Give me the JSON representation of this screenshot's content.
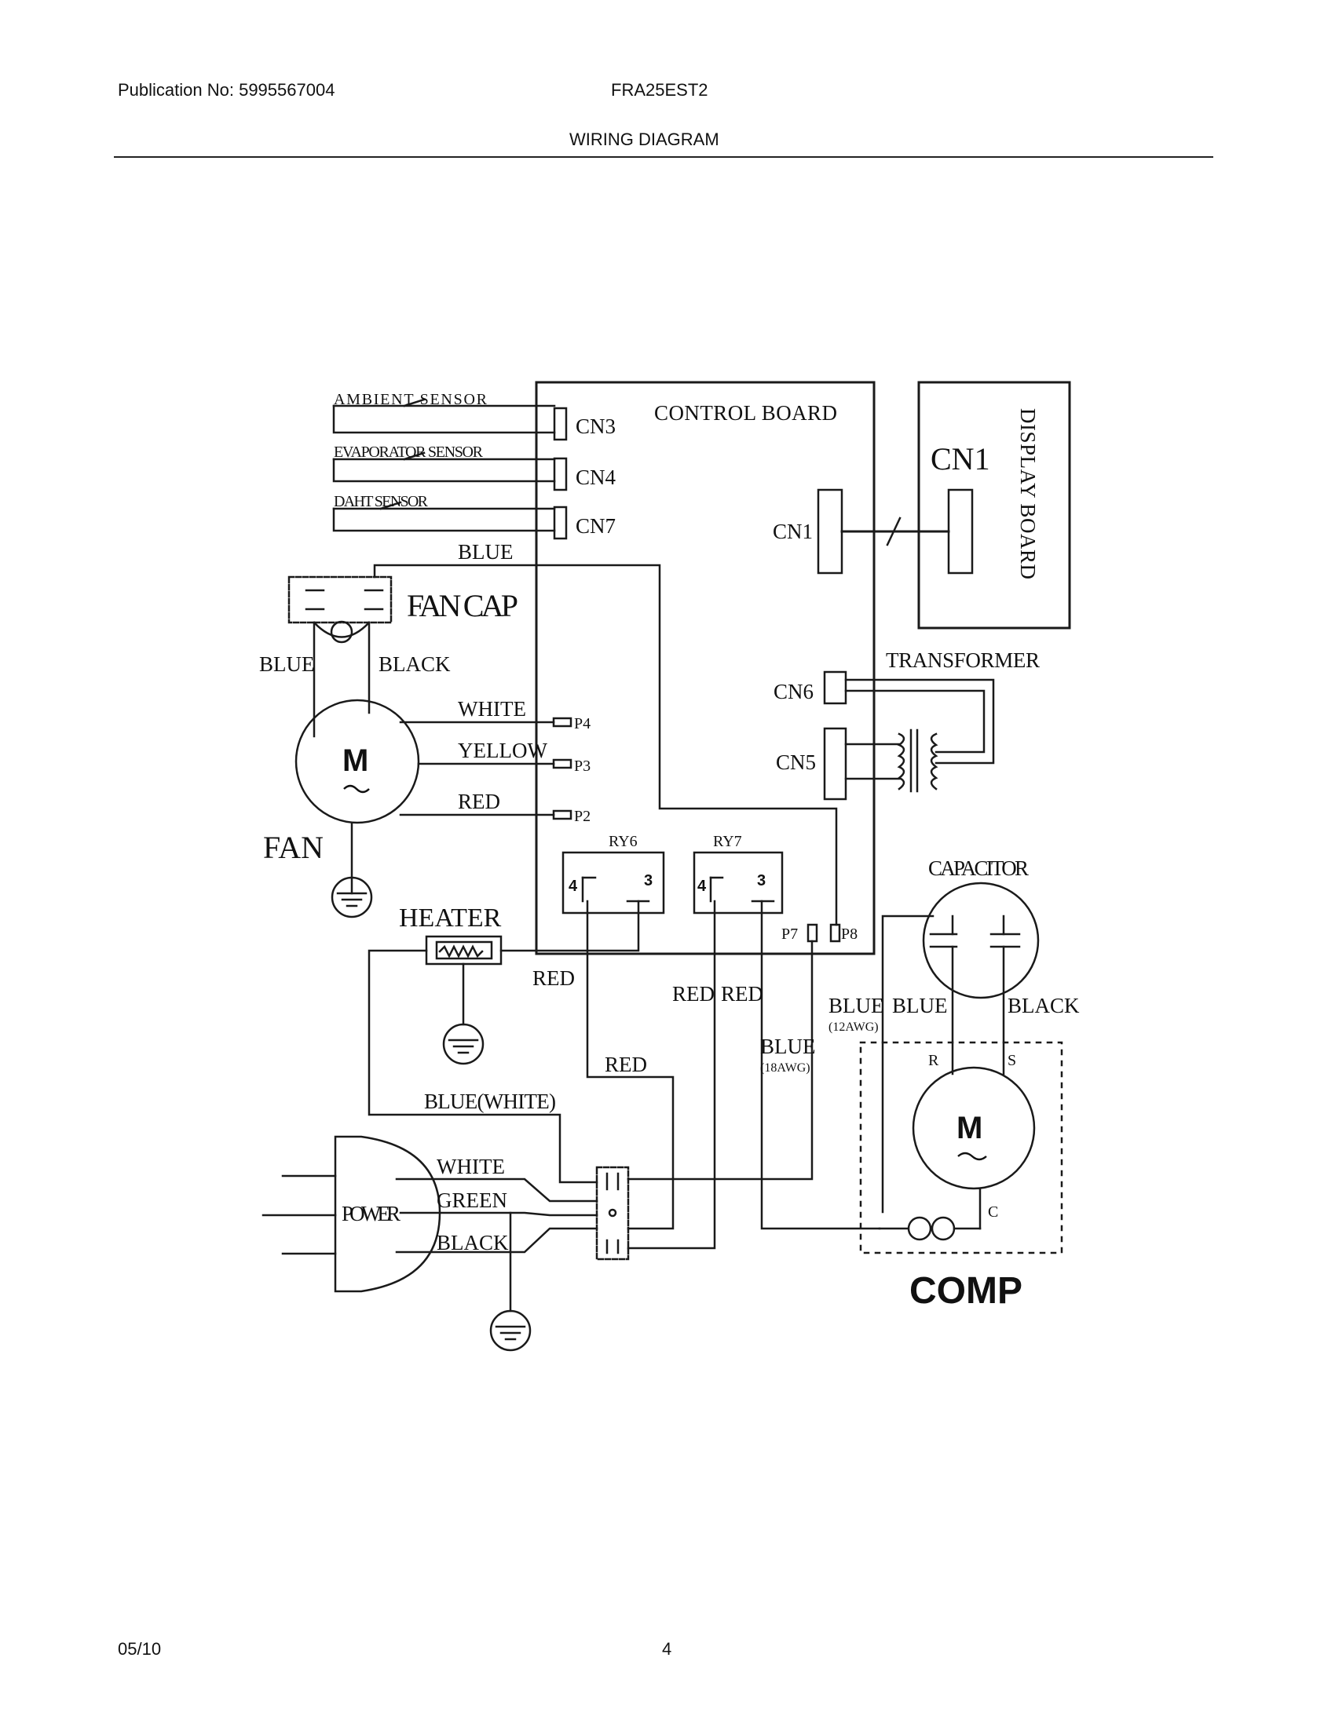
{
  "header": {
    "publication": "Publication No: 5995567004",
    "model": "FRA25EST2",
    "title": "WIRING DIAGRAM"
  },
  "footer": {
    "date": "05/10",
    "page": "4"
  },
  "diagram": {
    "sensors": {
      "ambient": "AMBIENT SENSOR",
      "evaporator": "EVAPORATOR SENSOR",
      "daht": "DAHT SENSOR"
    },
    "control_board": {
      "title": "CONTROL BOARD",
      "cn3": "CN3",
      "cn4": "CN4",
      "cn7": "CN7",
      "cn1": "CN1",
      "cn6": "CN6",
      "cn5": "CN5",
      "p4": "P4",
      "p3": "P3",
      "p2": "P2",
      "p7": "P7",
      "p8": "P8",
      "ry6": "RY6",
      "ry7": "RY7",
      "ry_pin4": "4",
      "ry_pin3": "3"
    },
    "display_board": {
      "title": "DISPLAY BOARD",
      "cn1": "CN1"
    },
    "components": {
      "fan_cap": "FAN CAP",
      "fan": "FAN",
      "motor": "M",
      "heater": "HEATER",
      "transformer": "TRANSFORMER",
      "capacitor": "CAPACITOR",
      "power": "POWER",
      "comp": "COMP",
      "r": "R",
      "s": "S",
      "c": "C"
    },
    "wires": {
      "blue_top": "BLUE",
      "blue_fan": "BLUE",
      "black_fan": "BLACK",
      "white_fan": "WHITE",
      "yellow_fan": "YELLOW",
      "red_fan": "RED",
      "red_heater": "RED",
      "red_ry6": "RED",
      "red_ry7": "RED",
      "red_mid": "RED",
      "blue_white": "BLUE(WHITE)",
      "blue_18": "BLUE",
      "awg18": "(18AWG)",
      "blue_12": "BLUE",
      "awg12": "(12AWG)",
      "blue_cap": "BLUE",
      "black_cap": "BLACK",
      "white_power": "WHITE",
      "green_power": "GREEN",
      "black_power": "BLACK"
    }
  }
}
